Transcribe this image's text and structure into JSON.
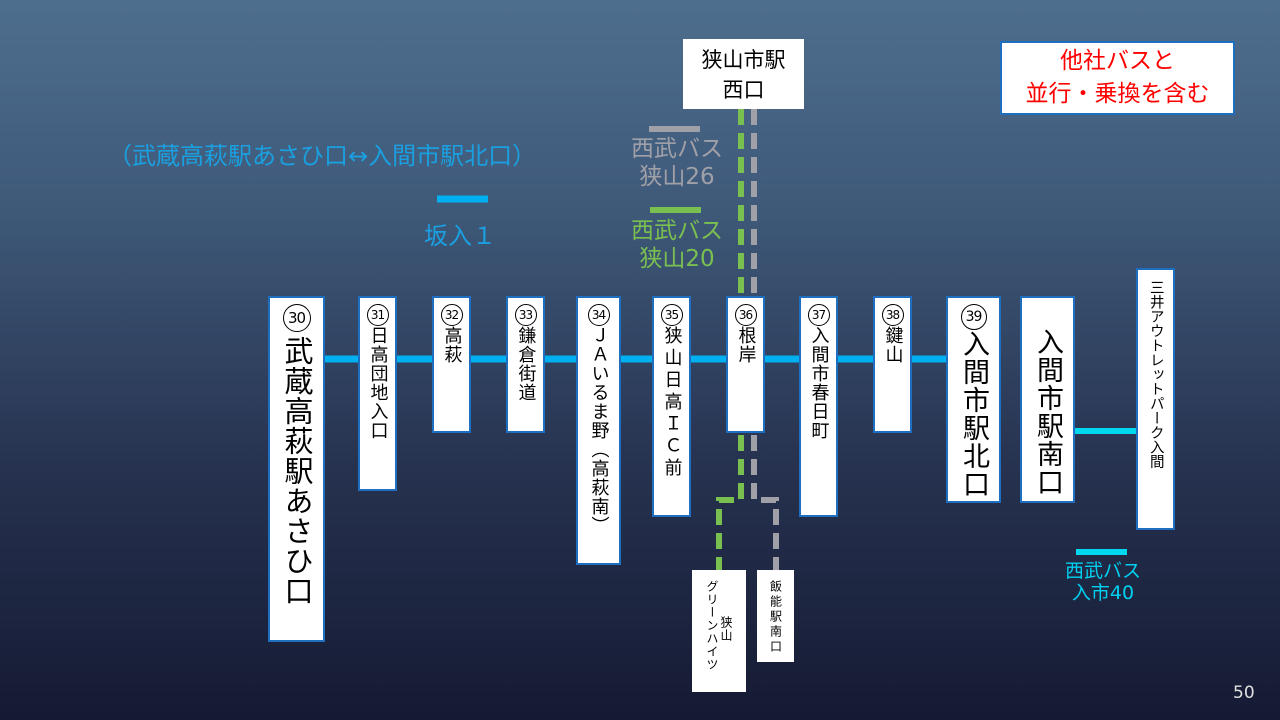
{
  "title_route": "（武蔵高萩駅あさひ口↔入間市駅北口）",
  "route_name": "坂入１",
  "note": [
    "他社バスと",
    "並行・乗換を含む"
  ],
  "top_terminal": [
    "狭山市駅",
    "西口"
  ],
  "other_routes": {
    "gray": [
      "西武バス",
      "狭山26"
    ],
    "green": [
      "西武バス",
      "狭山20"
    ],
    "cyan": [
      "西武バス",
      "入市40"
    ]
  },
  "stops": [
    {
      "num": "30",
      "name": "武蔵高萩駅あさひ口"
    },
    {
      "num": "31",
      "name": "日高団地入口"
    },
    {
      "num": "32",
      "name": "高萩"
    },
    {
      "num": "33",
      "name": "鎌倉街道"
    },
    {
      "num": "34",
      "name": "ＪＡいるま野（高萩南）"
    },
    {
      "num": "35",
      "name": "狭山日高ＩＣ前"
    },
    {
      "num": "36",
      "name": "根岸"
    },
    {
      "num": "37",
      "name": "入間市春日町"
    },
    {
      "num": "38",
      "name": "鍵山"
    },
    {
      "num": "39",
      "name": "入間市駅北口"
    }
  ],
  "other_stops": {
    "iruma_south": "入間市駅南口",
    "mitsui": "三井アウトレットパーク入間",
    "green_heights_a": "狭山",
    "green_heights_b": "グリーンハイツ",
    "hanno": "飯能駅南口"
  },
  "page_number": "50",
  "colors": {
    "route": "#00b0f0",
    "green": "#7ac050",
    "gray": "#a0a0a8",
    "cyan": "#00d8f0",
    "note_text": "#ff0000"
  }
}
